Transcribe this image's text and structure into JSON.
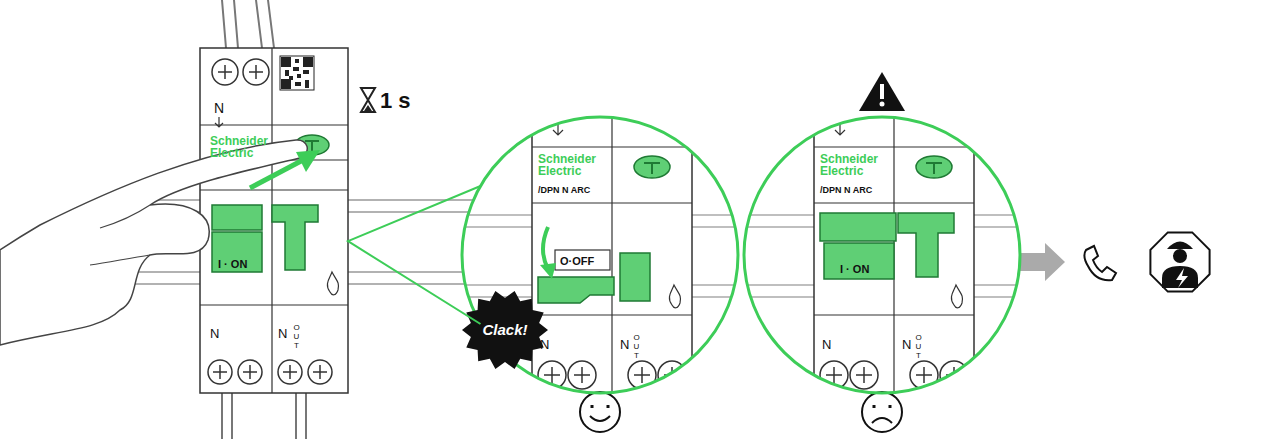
{
  "diagram": {
    "nodes": [
      {
        "text": [
          "N",
          "Schneider Electric",
          "I · ON",
          "N",
          "N",
          "OUT"
        ]
      },
      {
        "text": [
          "Schneider Electric",
          "/DPN N ARC",
          "O·OFF",
          "N",
          "N",
          "OUT"
        ]
      },
      {
        "text": [
          "Clack!"
        ]
      },
      {
        "text": [
          "Schneider Electric",
          "/DPN N ARC",
          "I · ON",
          "N",
          "N",
          "OUT"
        ]
      }
    ],
    "edges": [
      {
        "from": 0,
        "to": 1,
        "arrow": "none"
      }
    ],
    "labels": [
      "1 s"
    ]
  }
}
